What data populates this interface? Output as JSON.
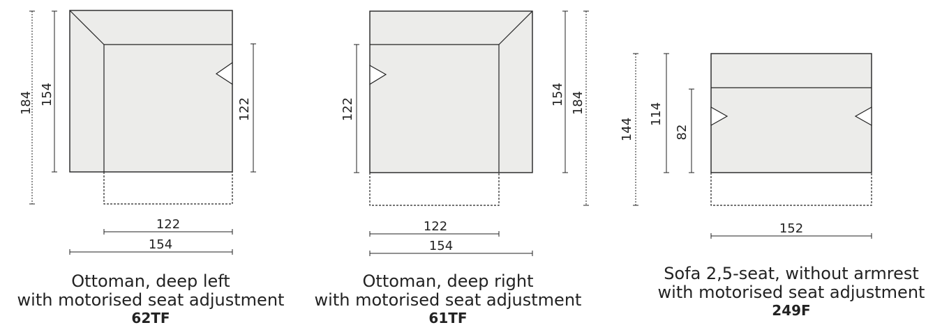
{
  "modules": [
    {
      "id": "62TF",
      "name": "Ottoman, deep left",
      "feature": "with motorised seat adjustment",
      "code": "62TF",
      "dimensions": {
        "outer_depth": "184",
        "depth": "154",
        "seat_depth": "122",
        "seat_width": "122",
        "width": "154"
      }
    },
    {
      "id": "61TF",
      "name": "Ottoman, deep right",
      "feature": "with motorised seat adjustment",
      "code": "61TF",
      "dimensions": {
        "seat_depth": "122",
        "depth": "154",
        "outer_depth": "184",
        "seat_width": "122",
        "width": "154"
      }
    },
    {
      "id": "249F",
      "name": "Sofa 2,5-seat, without armrest",
      "feature": "with motorised seat adjustment",
      "code": "249F",
      "dimensions": {
        "outer_depth": "144",
        "depth": "114",
        "seat_depth": "82",
        "width": "152"
      }
    }
  ],
  "colors": {
    "fill": "#ececea",
    "stroke": "#222222",
    "text": "#222222"
  }
}
